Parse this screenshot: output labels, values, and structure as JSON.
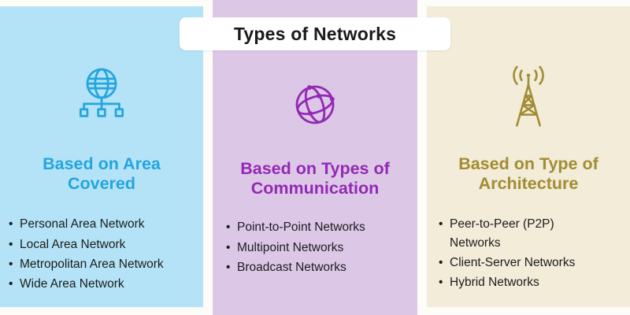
{
  "title": "Types of Networks",
  "colors": {
    "page_background": "#fdfcf8",
    "title_box_background": "#ffffff",
    "body_text": "#1c1c1c"
  },
  "columns": [
    {
      "id": "area-covered",
      "heading": "Based on Area Covered",
      "icon": "globe-network-icon",
      "accent_color": "#24a5de",
      "panel_color": "#b4e3f7",
      "items": [
        "Personal Area Network",
        "Local Area Network",
        "Metropolitan Area Network",
        "Wide Area Network"
      ]
    },
    {
      "id": "types-of-communication",
      "heading": "Based on Types of Communication",
      "icon": "globe-icon",
      "accent_color": "#9428b4",
      "panel_color": "#dcc7e7",
      "items": [
        "Point-to-Point Networks",
        "Multipoint Networks",
        "Broadcast Networks"
      ]
    },
    {
      "id": "type-of-architecture",
      "heading": "Based on Type of Architecture",
      "icon": "radio-tower-icon",
      "accent_color": "#a28c33",
      "panel_color": "#f2ecd8",
      "items": [
        "Peer-to-Peer (P2P) Networks",
        "Client-Server Networks",
        "Hybrid Networks"
      ]
    }
  ]
}
